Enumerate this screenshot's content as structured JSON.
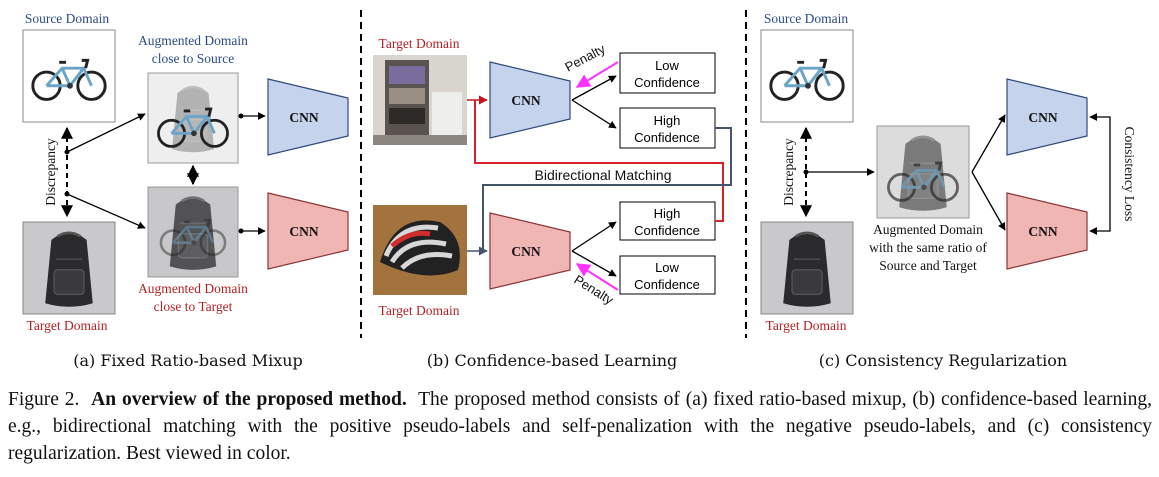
{
  "colors": {
    "source_blue": "#2c4a86",
    "target_red": "#b52226",
    "cnn_blue_fill": "#c5d3ec",
    "cnn_red_fill": "#f0b6b4",
    "penalty_magenta": "#ff33ff",
    "matching_red": "#d6222a",
    "matching_blue": "#44546a"
  },
  "icons": [
    "bicycle-image",
    "backpack-image",
    "bookshelf-image",
    "helmet-image",
    "mixed-bicycle-backpack-image"
  ],
  "panel_a": {
    "source_label": "Source Domain",
    "target_label": "Target Domain",
    "discrepancy": "Discrepancy",
    "aug_source_line1": "Augmented Domain",
    "aug_source_line2": "close to Source",
    "aug_target_line1": "Augmented Domain",
    "aug_target_line2": "close to Target",
    "cnn_top": "CNN",
    "cnn_bottom": "CNN",
    "subcaption": "(a) Fixed Ratio-based Mixup"
  },
  "panel_b": {
    "target_label_top": "Target Domain",
    "target_label_bottom": "Target Domain",
    "cnn_top": "CNN",
    "cnn_bottom": "CNN",
    "penalty_top": "Penalty",
    "penalty_bottom": "Penalty",
    "low_conf_top": [
      "Low",
      "Confidence"
    ],
    "high_conf_top": [
      "High",
      "Confidence"
    ],
    "high_conf_bottom": [
      "High",
      "Confidence"
    ],
    "low_conf_bottom": [
      "Low",
      "Confidence"
    ],
    "bidirectional": "Bidirectional Matching",
    "subcaption": "(b) Confidence-based Learning"
  },
  "panel_c": {
    "source_label": "Source Domain",
    "target_label": "Target Domain",
    "discrepancy": "Discrepancy",
    "aug_line1": "Augmented Domain",
    "aug_line2": "with the same ratio of",
    "aug_line3": "Source and Target",
    "cnn_top": "CNN",
    "cnn_bottom": "CNN",
    "consistency_loss": "Consistency Loss",
    "subcaption": "(c) Consistency Regularization"
  },
  "caption": {
    "prefix": "Figure 2.",
    "bold": "An overview of the proposed method.",
    "text": "The proposed method consists of (a) fixed ratio-based mixup, (b) confidence-based learning, e.g., bidirectional matching with the positive pseudo-labels and self-penalization with the negative pseudo-labels, and (c) consistency regularization. Best viewed in color."
  }
}
